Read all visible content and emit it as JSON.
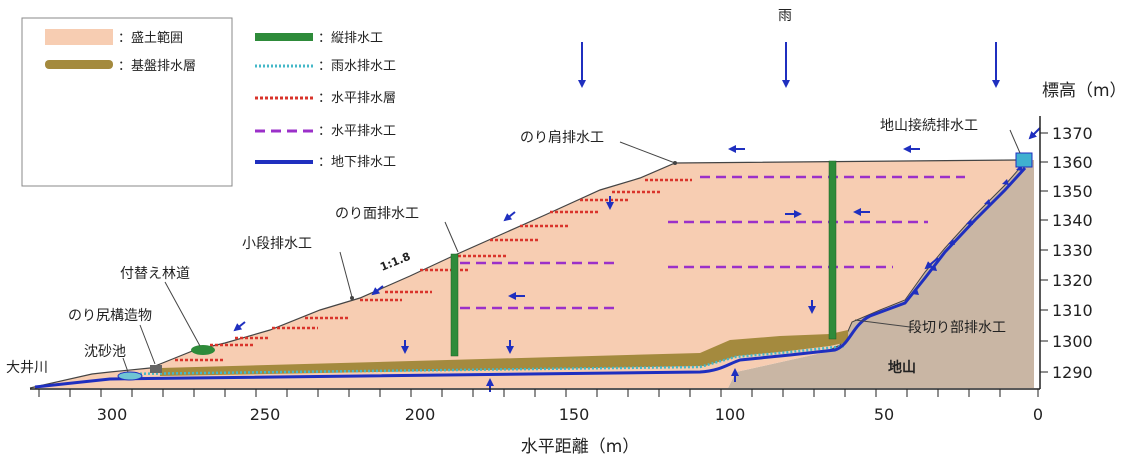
{
  "legend": {
    "items": [
      {
        "key": "embankment",
        "label": "：盛土範囲"
      },
      {
        "key": "base_drain_layer",
        "label": "：基盤排水層"
      },
      {
        "key": "vertical_drain",
        "label": "：縦排水工"
      },
      {
        "key": "stormwater_drain",
        "label": "：雨水排水工"
      },
      {
        "key": "horizontal_drain_layer",
        "label": "：水平排水層"
      },
      {
        "key": "horizontal_drain",
        "label": "：水平排水工"
      },
      {
        "key": "underground_drain",
        "label": "：地下排水工"
      }
    ]
  },
  "labels": {
    "rain": "雨",
    "slope_shoulder_drain": "のり肩排水工",
    "ground_connection_drain": "地山接続排水工",
    "slope_face_drain": "のり面排水工",
    "berm_drain": "小段排水工",
    "slope_ratio": "1:1.8",
    "relocated_forest_road": "付替え林道",
    "toe_structure": "のり尻構造物",
    "settling_pond": "沈砂池",
    "river": "大井川",
    "bench_cut_drain": "段切り部排水工",
    "natural_ground": "地山"
  },
  "axes": {
    "x": {
      "title": "水平距離（m）",
      "ticks": [
        "300",
        "250",
        "200",
        "150",
        "100",
        "50",
        "0"
      ]
    },
    "y": {
      "title": "標高（m）",
      "ticks": [
        "1370",
        "1360",
        "1350",
        "1340",
        "1330",
        "1320",
        "1310",
        "1300",
        "1290"
      ]
    }
  },
  "colors": {
    "embankment": "#f7cdb2",
    "natural_ground": "#c9b6a4",
    "base_drain_layer": "#a48a3e",
    "vertical_drain": "#2e8b3a",
    "stormwater_drain": "#45b8c8",
    "horizontal_drain_layer": "#d9342b",
    "horizontal_drain": "#9b30c9",
    "underground_drain": "#1f2fbf",
    "arrow": "#1f2fbf"
  }
}
